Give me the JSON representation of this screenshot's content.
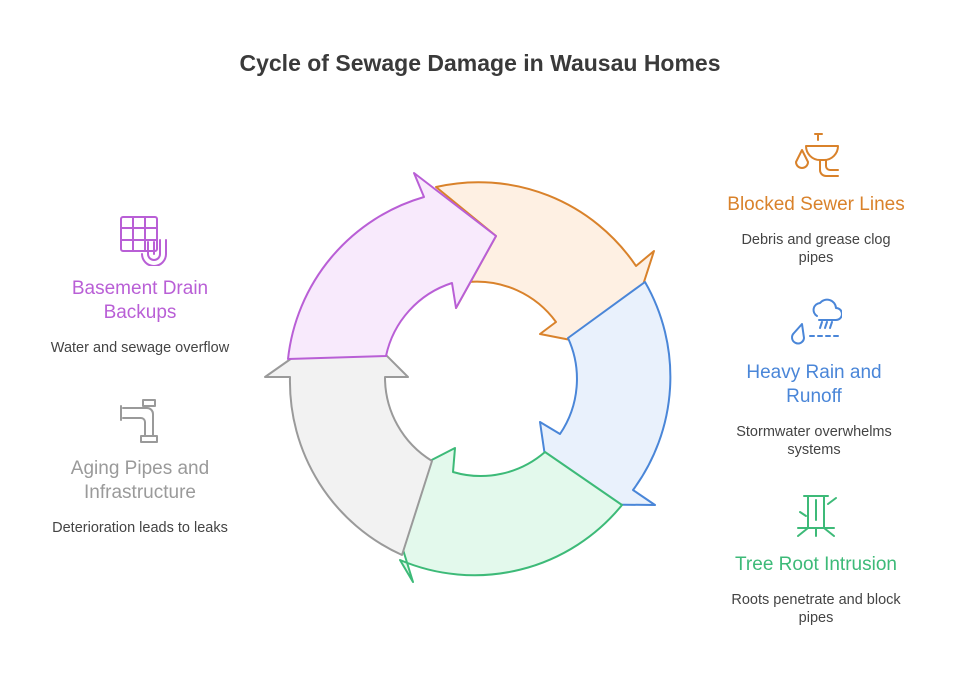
{
  "title": "Cycle of Sewage Damage in Wausau Homes",
  "steps": [
    {
      "heading": "Blocked Sewer Lines",
      "description": "Debris and grease clog pipes",
      "color": "#d9822b",
      "fill": "#fef0e3",
      "icon": "sink-drain-icon"
    },
    {
      "heading": "Heavy Rain and Runoff",
      "description": "Stormwater overwhelms systems",
      "color": "#4a86d8",
      "fill": "#e9f1fc",
      "icon": "rain-cloud-icon"
    },
    {
      "heading": "Tree Root Intrusion",
      "description": "Roots penetrate and block pipes",
      "color": "#3dba78",
      "fill": "#e3f9ec",
      "icon": "tree-root-icon"
    },
    {
      "heading": "Aging Pipes and Infrastructure",
      "description": "Deterioration leads to leaks",
      "color": "#9a9a9a",
      "fill": "#f2f2f2",
      "icon": "pipe-elbow-icon"
    },
    {
      "heading": "Basement Drain Backups",
      "description": "Water and sewage overflow",
      "color": "#b95fd6",
      "fill": "#f8eafc",
      "icon": "drain-grate-icon"
    }
  ]
}
